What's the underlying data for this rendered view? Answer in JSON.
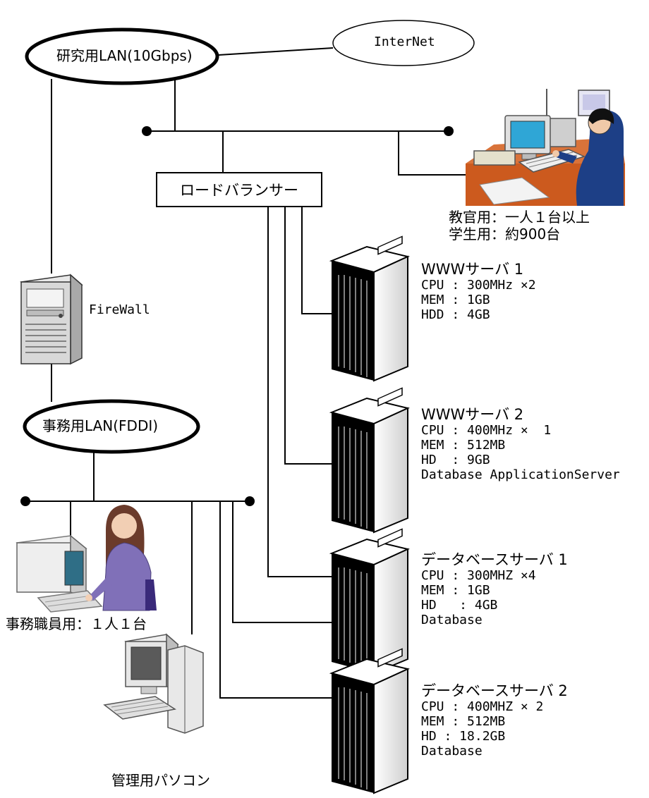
{
  "networks": {
    "research_lan": "研究用LAN(10Gbps)",
    "internet": "InterNet",
    "office_lan": "事務用LAN(FDDI)"
  },
  "load_balancer": "ロードバランサー",
  "firewall": "FireWall",
  "faculty": {
    "line1": "教官用：一人１台以上",
    "line2": "学生用：約900台"
  },
  "office_staff": "事務職員用：１人１台",
  "admin_pc": "管理用パソコン",
  "servers": [
    {
      "title": "WWWサーバ 1",
      "lines": [
        "CPU : 300MHz ×2",
        "MEM : 1GB",
        "HDD : 4GB"
      ]
    },
    {
      "title": "WWWサーバ 2",
      "lines": [
        "CPU : 400MHz ×  1",
        "MEM : 512MB",
        "HD  : 9GB",
        "Database ApplicationServer"
      ]
    },
    {
      "title": "データベースサーバ 1",
      "lines": [
        "CPU : 300MHZ ×4",
        "MEM : 1GB",
        "HD   : 4GB",
        "Database"
      ]
    },
    {
      "title": "データベースサーバ 2",
      "lines": [
        "CPU : 400MHZ × 2",
        "MEM : 512MB",
        "HD : 18.2GB",
        "Database"
      ]
    }
  ]
}
